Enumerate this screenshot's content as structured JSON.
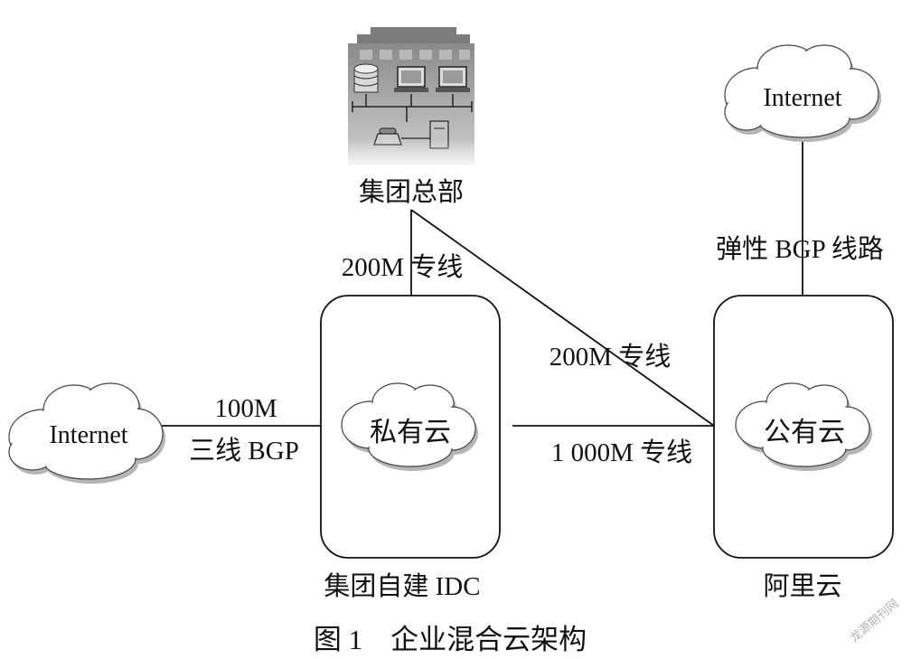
{
  "nodes": {
    "hq_label": "集团总部",
    "idc_label": "集团自建 IDC",
    "aliyun_label": "阿里云",
    "private_cloud": "私有云",
    "public_cloud": "公有云",
    "internet_left": "Internet",
    "internet_right": "Internet"
  },
  "links": {
    "hq_idc": "200M 专线",
    "hq_aliyun": "200M 专线",
    "idc_aliyun": "1 000M 专线",
    "internet_idc_line1": "100M",
    "internet_idc_line2": "三线 BGP",
    "internet_aliyun": "弹性 BGP 线路"
  },
  "caption": "图 1　企业混合云架构",
  "watermark": "龙源期刊网"
}
